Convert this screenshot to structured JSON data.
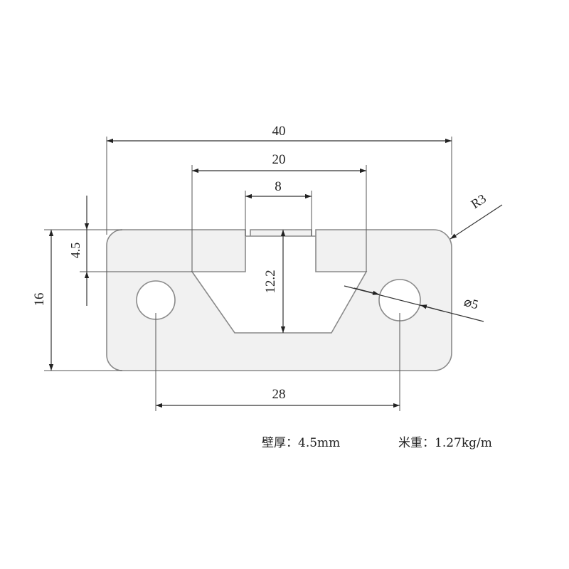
{
  "drawing": {
    "overall_width": "40",
    "slot_outer_width": "20",
    "slot_opening_width": "8",
    "hole_spacing": "28",
    "height": "16",
    "wall_thickness_dim": "4.5",
    "slot_depth": "12.2",
    "corner_radius": "R3",
    "hole_diameter": "⌀5"
  },
  "specs": {
    "wall_thickness": "壁厚：4.5mm",
    "weight_per_meter": "米重：1.27kg/m"
  }
}
